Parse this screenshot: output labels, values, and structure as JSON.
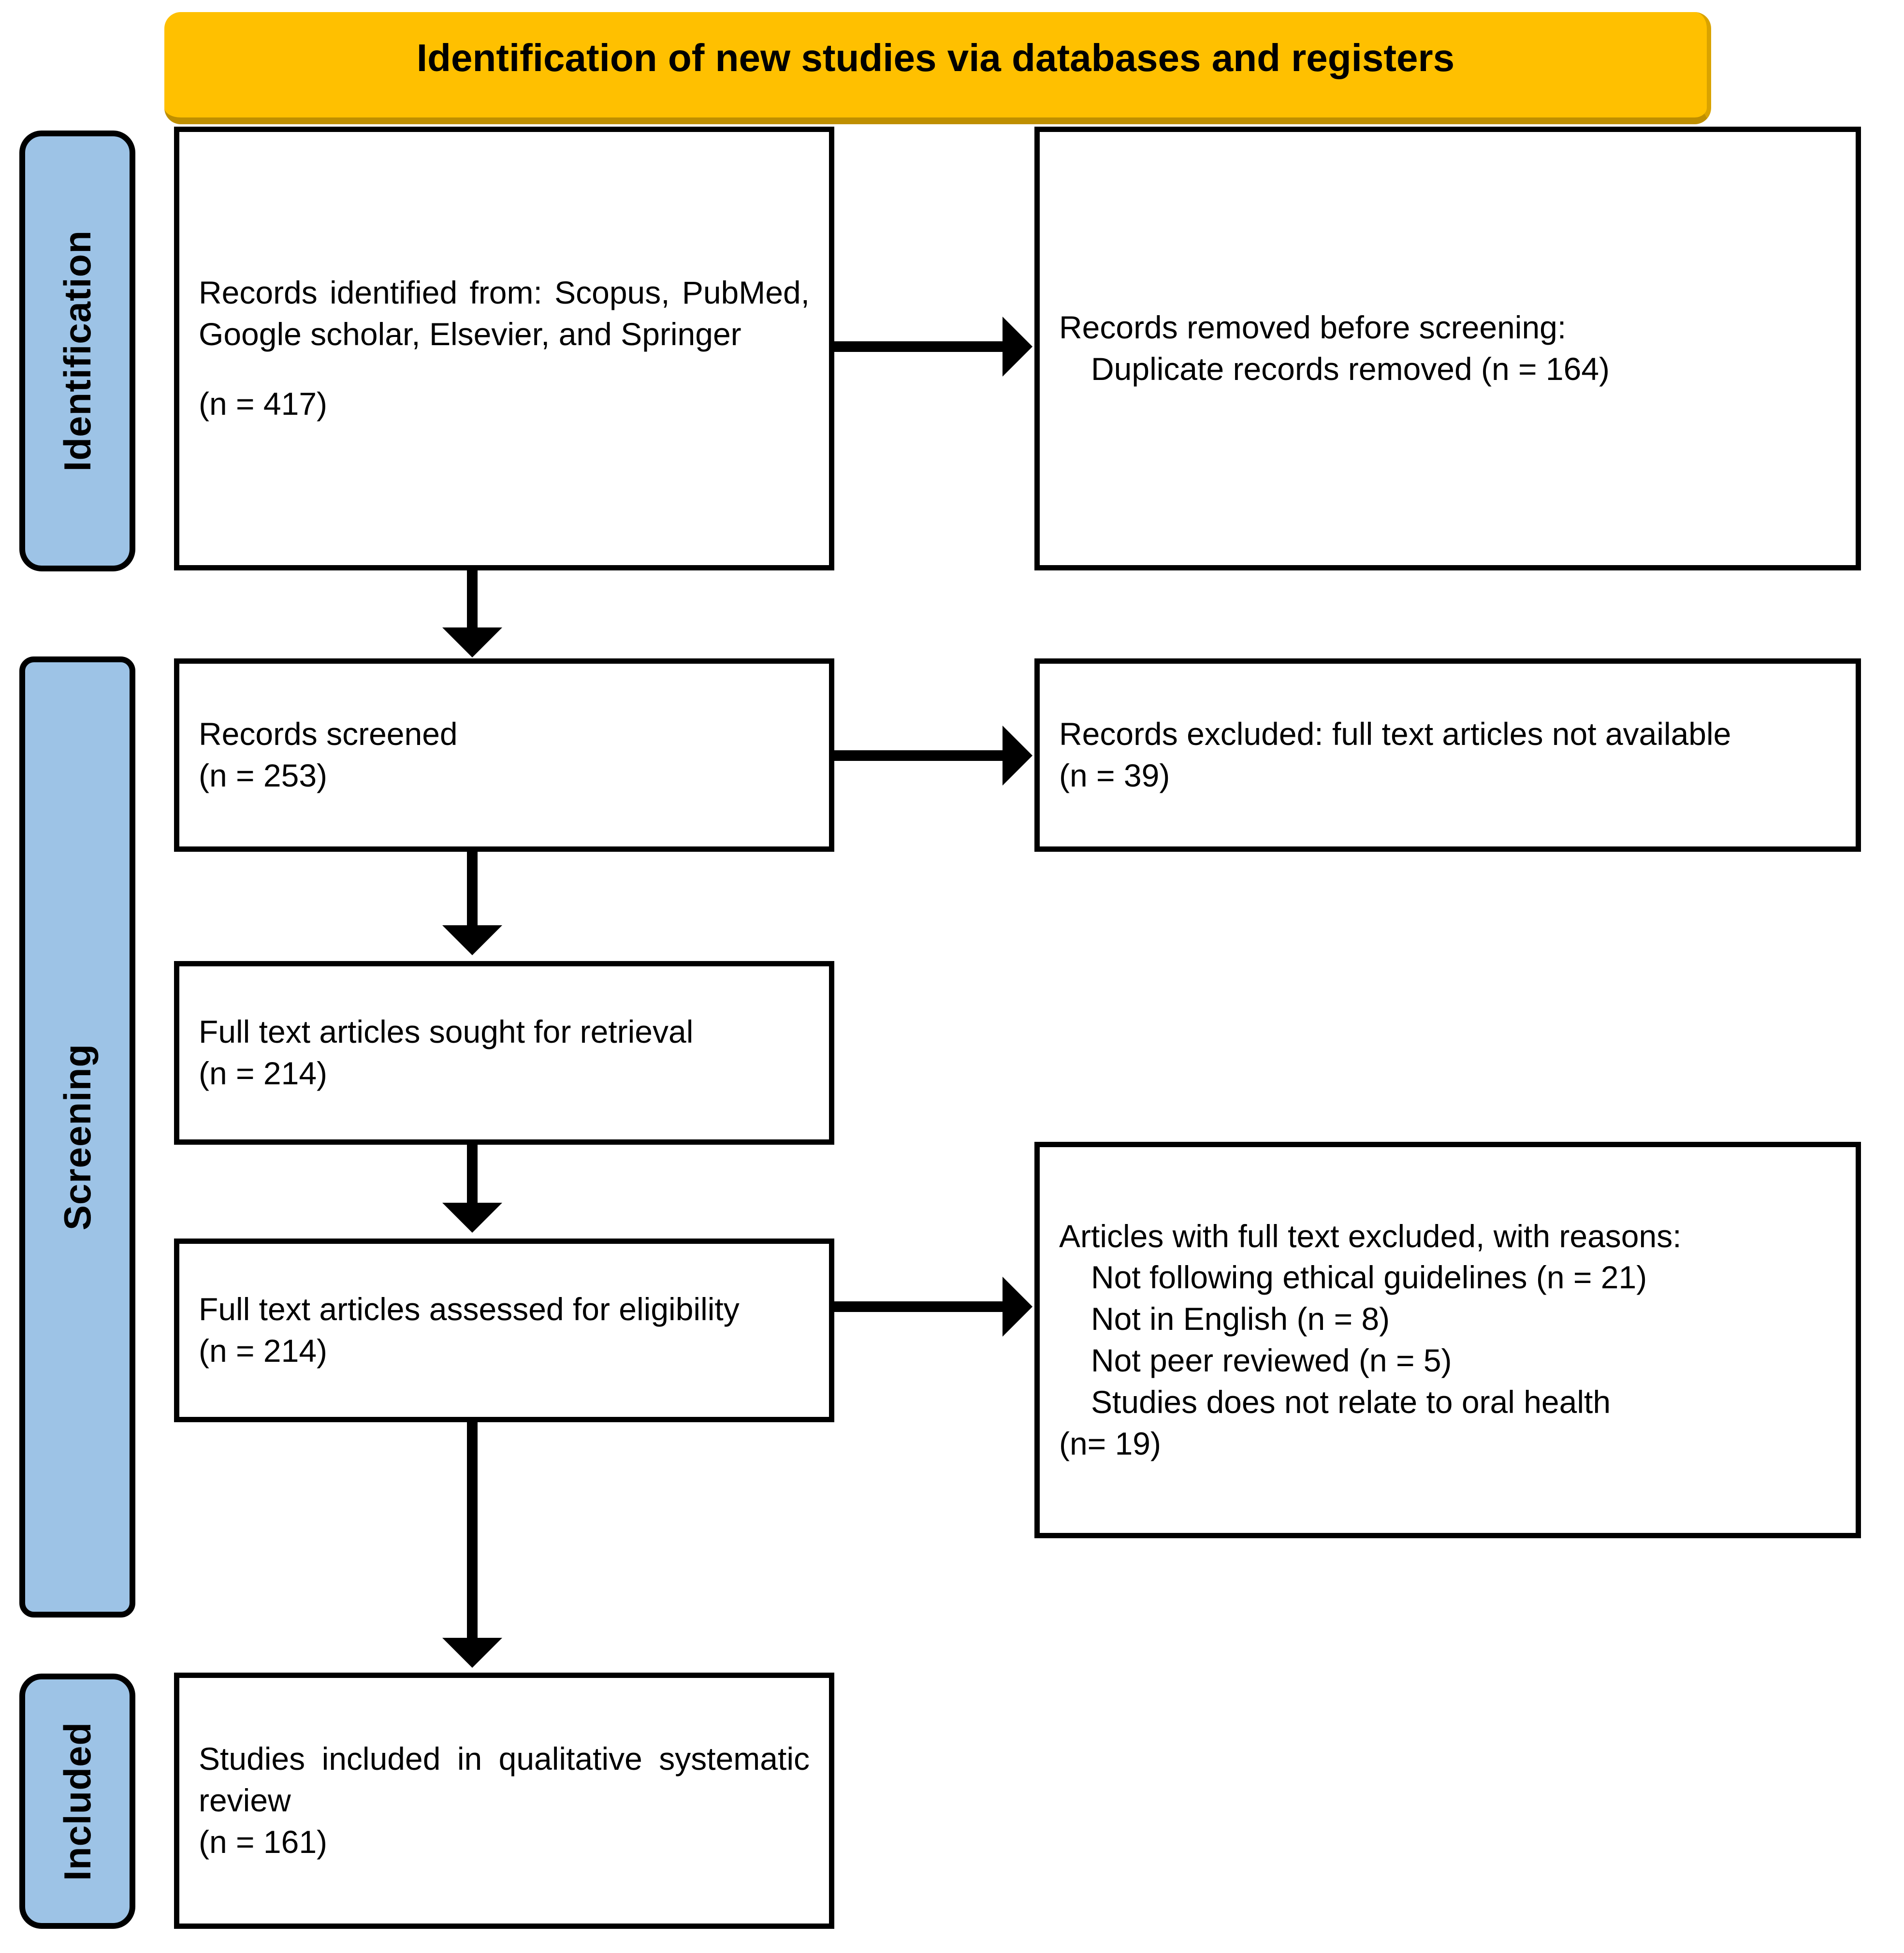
{
  "banner": {
    "title": "Identification of new studies via databases and registers",
    "fill_color": "#FFC000",
    "shadow_color": "#BF8F00"
  },
  "rails": {
    "fill_color": "#9DC3E6",
    "items": [
      {
        "label": "Identification"
      },
      {
        "label": "Screening"
      },
      {
        "label": "Included"
      }
    ]
  },
  "flow": {
    "identified": {
      "text": "Records identified from: Scopus, PubMed, Google scholar, Elsevier, and Springer",
      "count": "(n = 417)"
    },
    "removed": {
      "heading": "Records removed before screening:",
      "detail": "Duplicate records removed (n = 164)"
    },
    "screened": {
      "text": "Records screened",
      "count": "(n = 253)"
    },
    "excluded": {
      "text": "Records excluded: full text articles not available",
      "count": "(n = 39)"
    },
    "sought": {
      "text": "Full text articles sought for retrieval",
      "count": "(n = 214)"
    },
    "assessed": {
      "text": "Full text articles assessed for eligibility",
      "count": "(n = 214)"
    },
    "reasons": {
      "heading": "Articles with full text excluded, with reasons:",
      "items": [
        "Not following ethical guidelines (n = 21)",
        "Not in English (n = 8)",
        "Not peer reviewed (n = 5)",
        "Studies does not relate to oral health",
        "(n= 19)"
      ]
    },
    "included": {
      "text": "Studies included in qualitative systematic review",
      "count": "(n = 161)"
    }
  }
}
